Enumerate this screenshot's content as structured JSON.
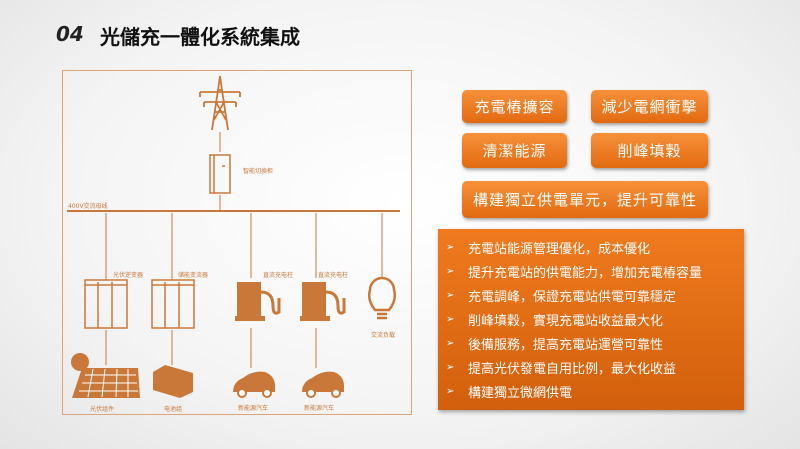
{
  "header": {
    "number": "04",
    "title": "光儲充一體化系統集成"
  },
  "diagram": {
    "switch_cabinet": "智能切換柜",
    "bus": "400V交流母线",
    "pv_inverter": "光伏逆变器",
    "storage_converter": "储能变流器",
    "dc_charger_1": "直流充电柱",
    "dc_charger_2": "直流充电柱",
    "ac_load": "交流负载",
    "pv_module": "光伏组件",
    "battery": "电池组",
    "ev_1": "新能源汽车",
    "ev_2": "新能源汽车"
  },
  "buttons": [
    "充電樁擴容",
    "減少電網衝擊",
    "清潔能源",
    "削峰填穀",
    "構建獨立供電單元，提升可靠性"
  ],
  "bullets": [
    "充電站能源管理優化，成本優化",
    "提升充電站的供電能力，增加充電樁容量",
    "充電調峰，保證充電站供電可靠穩定",
    "削峰填穀，實現充電站收益最大化",
    "後備服務，提高充電站運營可靠性",
    "提高光伏發電自用比例，最大化收益",
    "構建獨立微網供電"
  ],
  "bullet_marker": "➢",
  "colors": {
    "accent": "#e8731a",
    "diagram": "#c9783a"
  }
}
